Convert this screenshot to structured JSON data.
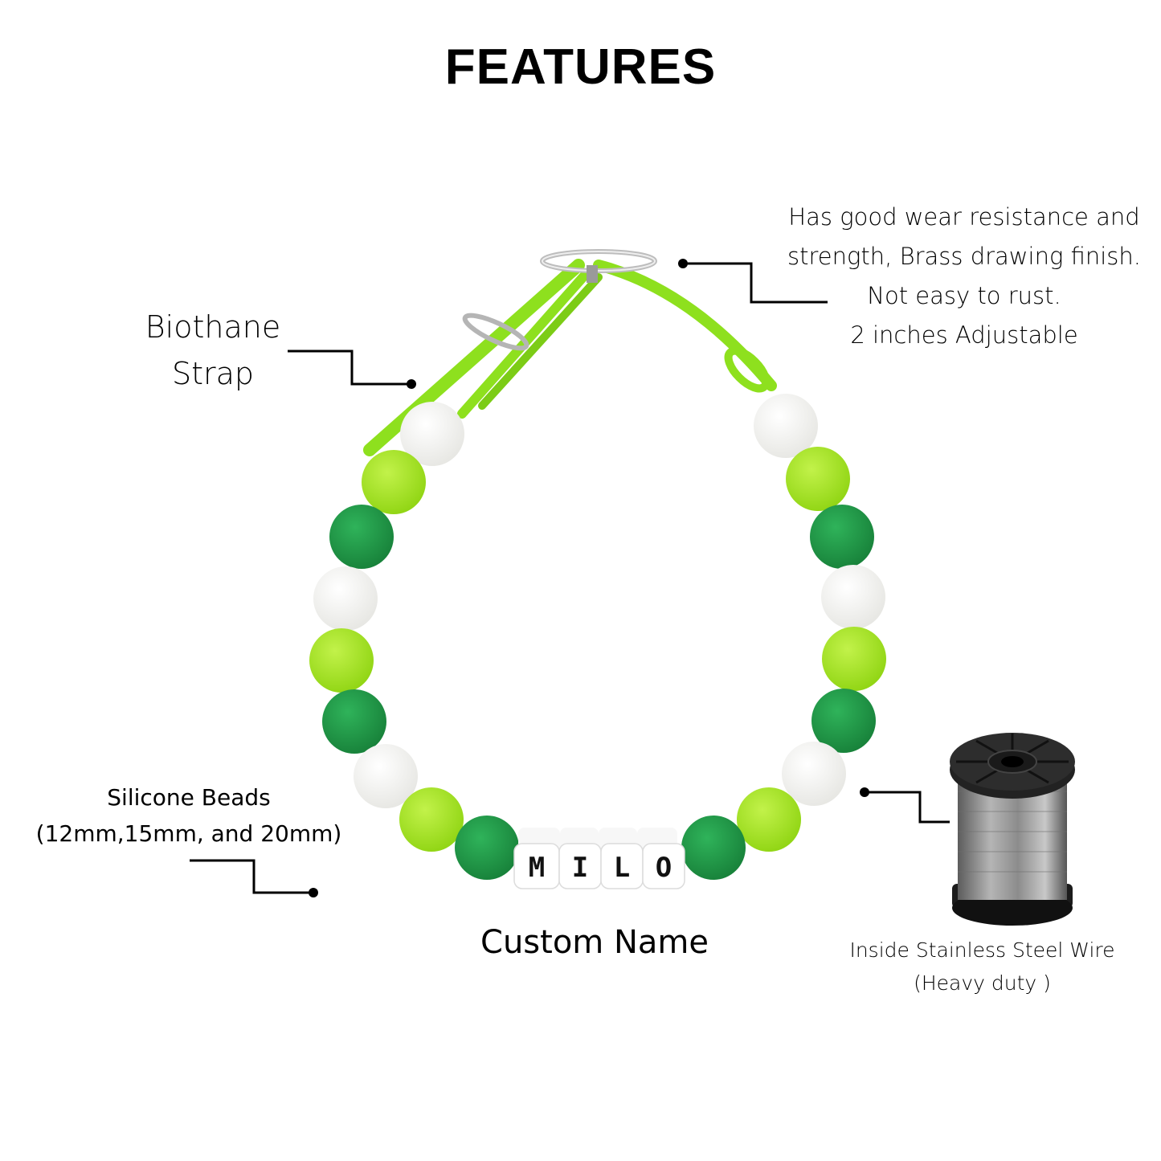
{
  "title": "FEATURES",
  "labels": {
    "strap": [
      "Biothane",
      "Strap"
    ],
    "hardware": [
      "Has good wear resistance and",
      "strength, Brass drawing finish.",
      "Not easy to rust.",
      "2 inches Adjustable"
    ],
    "beads": [
      "Silicone Beads",
      "(12mm,15mm, and 20mm)"
    ],
    "name": "Custom Name",
    "wire": [
      "Inside Stainless Steel Wire",
      "(Heavy duty )"
    ]
  },
  "tag_letters": [
    "M",
    "I",
    "L",
    "O"
  ],
  "colors": {
    "lime": "#a6e61e",
    "green": "#1f9a47",
    "white_bead": "#f4f4f2",
    "strap": "#8ee01e",
    "text": "#000000"
  }
}
